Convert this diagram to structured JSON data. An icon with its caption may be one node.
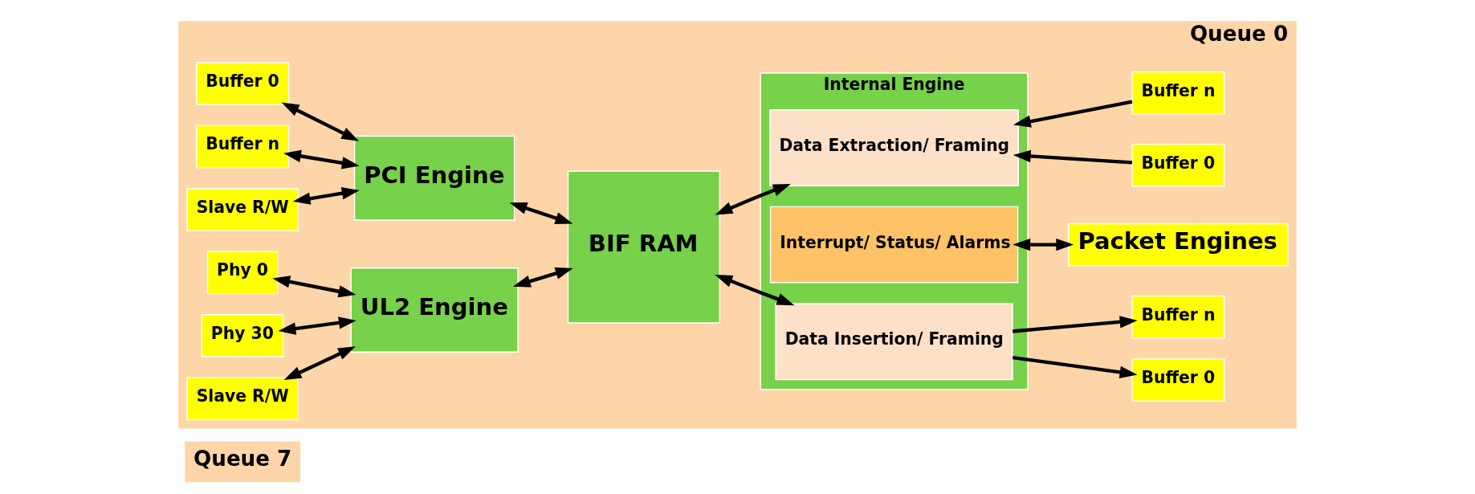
{
  "diagram": {
    "nodes": [
      {
        "text": [
          "Queue 7"
        ]
      },
      {
        "text": [
          "Queue 0"
        ]
      },
      {
        "text": [
          "Buffer 0"
        ],
        "in": 1
      },
      {
        "text": [
          "Buffer n"
        ],
        "in": 1
      },
      {
        "text": [
          "Slave R/W"
        ],
        "in": 1
      },
      {
        "text": [
          "Phy 0"
        ],
        "in": 1
      },
      {
        "text": [
          "Phy 30"
        ],
        "in": 1
      },
      {
        "text": [
          "Slave R/W"
        ],
        "in": 1
      },
      {
        "text": [
          "PCI Engine"
        ],
        "in": 1
      },
      {
        "text": [
          "UL2 Engine"
        ],
        "in": 1
      },
      {
        "text": [
          "BIF RAM"
        ],
        "in": 1
      },
      {
        "text": [
          "Internal Engine"
        ],
        "in": 1
      },
      {
        "text": [
          "Data Insertion/ Framing"
        ],
        "in": 11
      },
      {
        "text": [
          "Data Extraction/ Framing"
        ],
        "in": 11
      },
      {
        "text": [
          "Interrupt/ Status/ Alarms"
        ],
        "in": 11
      },
      {
        "text": [
          "Buffer 0"
        ],
        "in": 1
      },
      {
        "text": [
          "Buffer n"
        ],
        "in": 1
      },
      {
        "text": [
          "Buffer 0"
        ],
        "in": 1
      },
      {
        "text": [
          "Buffer n"
        ],
        "in": 1
      },
      {
        "text": [
          "Packet Engines"
        ],
        "in": 1
      }
    ],
    "edges": [
      {
        "from": 2,
        "to": 8,
        "arrow": "both"
      },
      {
        "from": 3,
        "to": 8,
        "arrow": "both"
      },
      {
        "from": 4,
        "to": 8,
        "arrow": "both"
      },
      {
        "from": 5,
        "to": 9,
        "arrow": "both"
      },
      {
        "from": 6,
        "to": 9,
        "arrow": "both"
      },
      {
        "from": 7,
        "to": 9,
        "arrow": "both"
      },
      {
        "from": 8,
        "to": 10,
        "arrow": "both"
      },
      {
        "from": 9,
        "to": 10,
        "arrow": "both"
      },
      {
        "from": 10,
        "to": 12,
        "arrow": "both"
      },
      {
        "from": 10,
        "to": 13,
        "arrow": "both"
      },
      {
        "from": 12,
        "to": 15,
        "arrow": "to"
      },
      {
        "from": 12,
        "to": 16,
        "arrow": "to"
      },
      {
        "from": 17,
        "to": 13,
        "arrow": "to"
      },
      {
        "from": 18,
        "to": 13,
        "arrow": "to"
      },
      {
        "from": 14,
        "to": 19,
        "arrow": "both"
      }
    ]
  }
}
